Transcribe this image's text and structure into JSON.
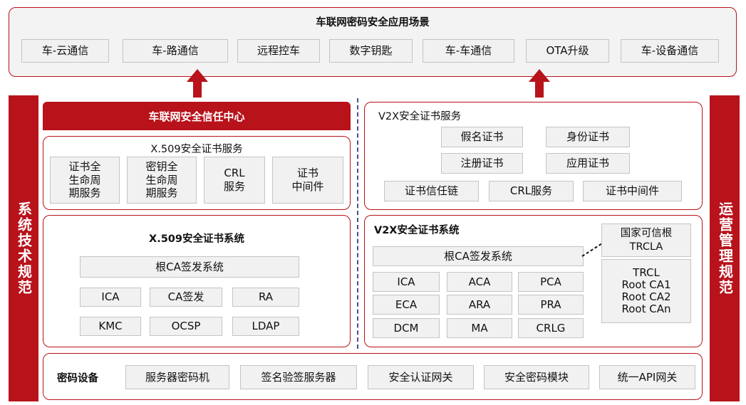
{
  "scenarios": {
    "title": "车联网密码安全应用场景",
    "items": [
      "车-云通信",
      "车-路通信",
      "远程控车",
      "数字钥匙",
      "车-车通信",
      "OTA升级",
      "车-设备通信"
    ]
  },
  "left_side": "系统技术规范",
  "right_side": "运营管理规范",
  "trust_center": "车联网安全信任中心",
  "x509_service": {
    "title": "X.509安全证书服务",
    "items": [
      "证书全\n生命周\n期服务",
      "密钥全\n生命周\n期服务",
      "CRL\n服务",
      "证书\n中间件"
    ]
  },
  "x509_system": {
    "title": "X.509安全证书系统",
    "root": "根CA签发系统",
    "row1": [
      "ICA",
      "CA签发",
      "RA"
    ],
    "row2": [
      "KMC",
      "OCSP",
      "LDAP"
    ]
  },
  "v2x_service": {
    "title": "V2X安全证书服务",
    "row1": [
      "假名证书",
      "身份证书"
    ],
    "row2": [
      "注册证书",
      "应用证书"
    ],
    "row3": [
      "证书信任链",
      "CRL服务",
      "证书中间件"
    ]
  },
  "v2x_system": {
    "title": "V2X安全证书系统",
    "root": "根CA签发系统",
    "grid": [
      [
        "ICA",
        "ACA",
        "PCA"
      ],
      [
        "ECA",
        "ARA",
        "PRA"
      ],
      [
        "DCM",
        "MA",
        "CRLG"
      ]
    ],
    "trcla": "国家可信根\nTRCLA",
    "trcl": "TRCL\nRoot CA1\nRoot CA2\nRoot CAn"
  },
  "crypto": {
    "title": "密码设备",
    "items": [
      "服务器密码机",
      "签名验签服务器",
      "安全认证网关",
      "安全密码模块",
      "统一API网关"
    ]
  },
  "colors": {
    "accent": "#b8121b",
    "box_fill": "#f1f1f1",
    "divider": "#4a4f86"
  }
}
